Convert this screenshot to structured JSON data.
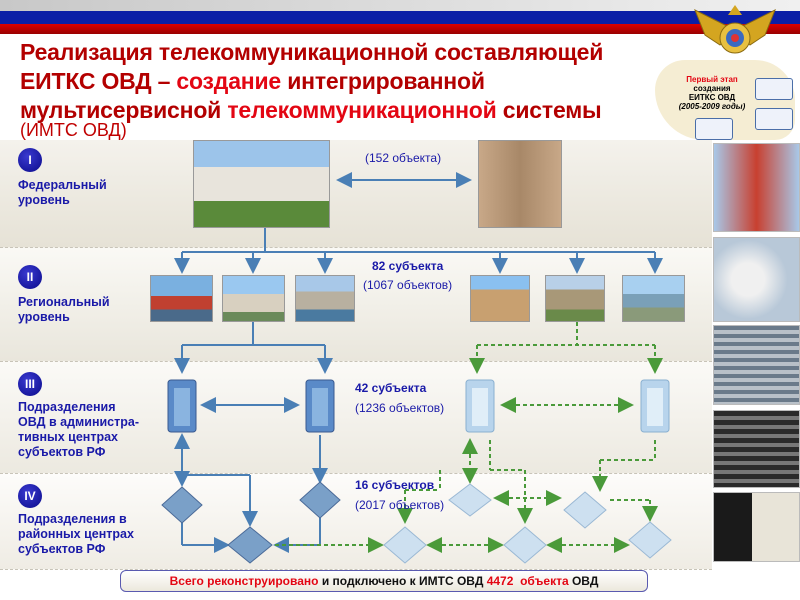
{
  "title": {
    "line1": "Реализация телекоммуникационной составляющей",
    "line2_a": "ЕИТКС ОВД – ",
    "line2_b": "создание",
    "line2_c": " интегрированной",
    "line3_a": "мультисервисной ",
    "line3_b": "телекоммуникационной",
    "line3_c": " системы",
    "subtitle": "(ИМТС  ОВД)"
  },
  "emblem": {
    "name": "mvd-emblem-icon",
    "stage_label": "Первый этап",
    "stage_line2": "создания",
    "stage_line3": "ЕИТКС ОВД",
    "stage_years": "(2005-2009 годы)"
  },
  "levels": [
    {
      "numeral": "I",
      "label": [
        "Федеральный",
        "уровень"
      ],
      "count_main": "",
      "count_sub": "(152 объекта)"
    },
    {
      "numeral": "II",
      "label": [
        "Региональный",
        "уровень"
      ],
      "count_main": "82 субъекта",
      "count_sub": "(1067 объектов)"
    },
    {
      "numeral": "III",
      "label": [
        "Подразделения",
        "ОВД в администра-",
        "тивных центрах",
        "субъектов РФ"
      ],
      "count_main": "42 субъекта",
      "count_sub": "(1236 объектов)"
    },
    {
      "numeral": "IV",
      "label": [
        "Подразделения в",
        "районных центрах",
        "субъектов РФ"
      ],
      "count_main": "16 субъектов",
      "count_sub": "(2017 объектов)"
    }
  ],
  "total": {
    "part1": "Всего реконструировано",
    "part2": " и подключено к ИМТС ОВД ",
    "number": "4472",
    "part3": "  объекта",
    "part4": " ОВД"
  },
  "colors": {
    "title": "#b30000",
    "accent_red": "#e30613",
    "level_blue": "#1a1aa8",
    "link_blue": "#4a7fb5",
    "link_green": "#4a9a3a"
  }
}
